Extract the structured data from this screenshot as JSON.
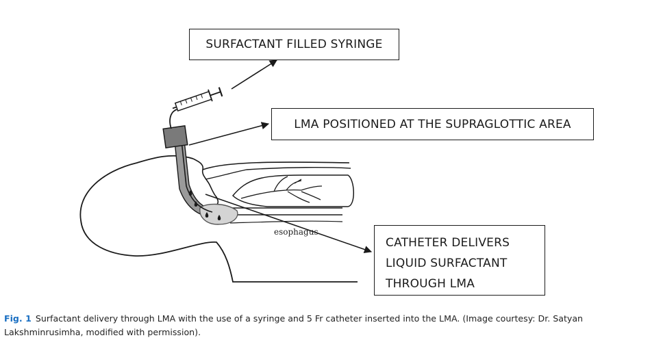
{
  "labels": {
    "syringe": "SURFACTANT FILLED SYRINGE",
    "lma": "LMA POSITIONED AT THE SUPRAGLOTTIC AREA",
    "catheter_line1": "CATHETER DELIVERS",
    "catheter_line2": "LIQUID SURFACTANT",
    "catheter_line3": "THROUGH LMA",
    "esophagus": "esophagus"
  },
  "caption": {
    "tag": "Fig. 1",
    "text": "Surfactant delivery through LMA with the use of a syringe and 5 Fr catheter inserted into the LMA. (Image courtesy: Dr. Satyan Lakshminrusimha, modified with permission)."
  },
  "colors": {
    "line": "#1a1a1a",
    "lma_fill": "#9a9a9a",
    "cuff_fill": "#d4d4d4",
    "caption_tag": "#1a6fc2"
  }
}
